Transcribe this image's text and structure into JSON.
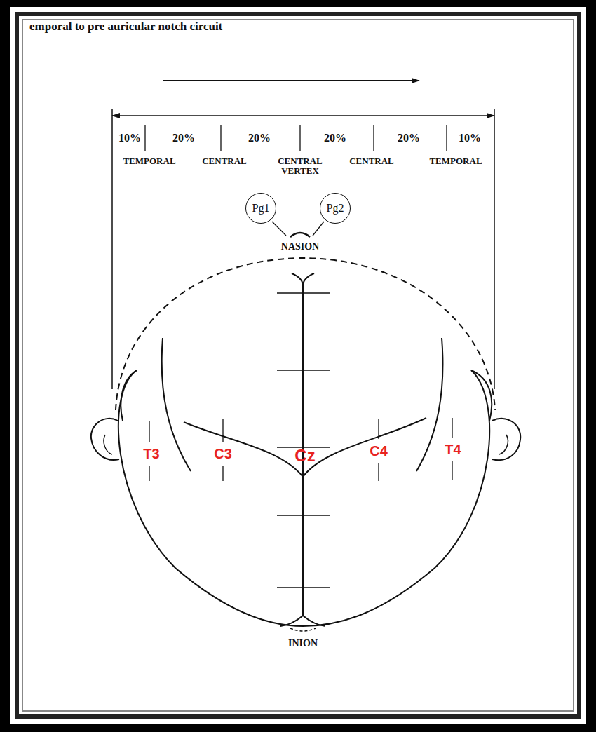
{
  "diagram": {
    "nodes": [
      {
        "text": [
          "Pg1"
        ]
      },
      {
        "text": [
          "Pg2"
        ]
      }
    ],
    "labels": [
      "emporal to pre auricular notch circuit",
      "10%",
      "20%",
      "20%",
      "20%",
      "20%",
      "10%",
      "TEMPORAL",
      "CENTRAL",
      "CENTRAL VERTEX",
      "CENTRAL",
      "TEMPORAL",
      "NASION",
      "INION",
      "T3",
      "C3",
      "Cz",
      "C4",
      "T4"
    ]
  }
}
